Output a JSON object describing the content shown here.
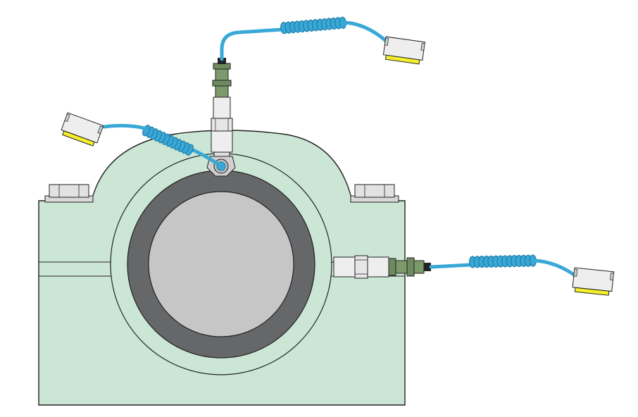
{
  "diagram": {
    "colors": {
      "housing": "#cce6d6",
      "outline": "#222222",
      "bearing_ring": "#656769",
      "shaft": "#c6c6c6",
      "cable": "#3aa8d6",
      "cable_dark": "#1d7ea8",
      "connector_green": "#6d8b5f",
      "sensor_body": "#eeeeee",
      "plug_yellow": "#f5ee2a",
      "bolt": "#dddddd"
    },
    "components": {
      "housing": "pillow-block-housing",
      "bearing": "bearing-outer-ring",
      "shaft": "shaft",
      "sensors": [
        "sensor-top",
        "sensor-right",
        "sensor-angled"
      ],
      "cables": [
        "cable-top",
        "cable-right",
        "cable-left"
      ],
      "connectors": [
        "connector-plug-top",
        "connector-plug-right",
        "connector-plug-left"
      ]
    }
  }
}
